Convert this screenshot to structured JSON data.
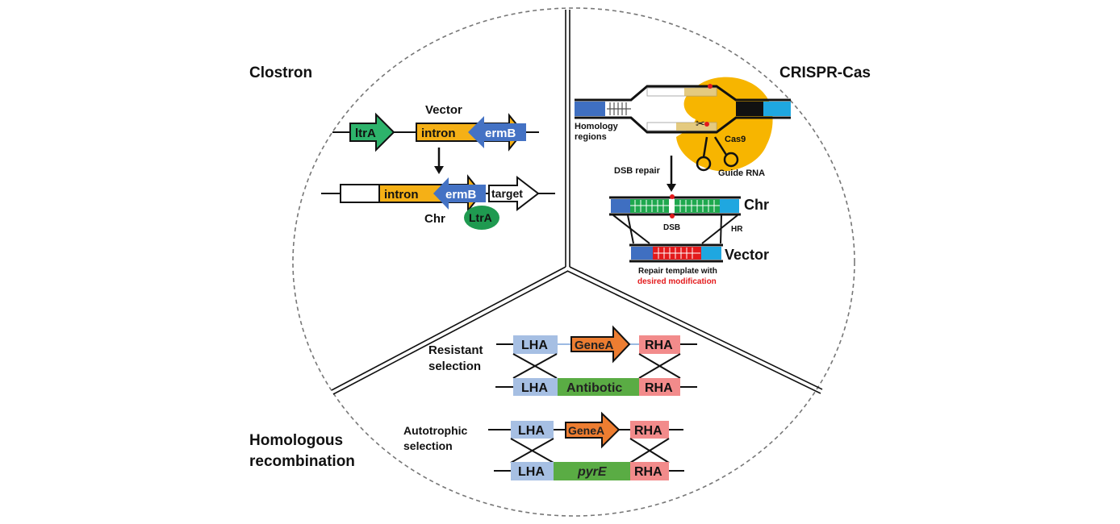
{
  "sections": {
    "clostron": {
      "title": "Clostron",
      "vector_label": "Vector",
      "chr_label": "Chr",
      "genes": {
        "ltra_vector": "ltrA",
        "intron_vector": "intron",
        "ermb_vector": "ermB",
        "intron_chr": "intron",
        "ermb_chr": "ermB",
        "target": "target",
        "ltra_protein": "LtrA"
      }
    },
    "crispr": {
      "title": "CRISPR-Cas",
      "homology_label_1": "Homology",
      "homology_label_2": "regions",
      "cas9_label": "Cas9",
      "guide_rna_label": "Guide RNA",
      "dsb_repair_label": "DSB repair",
      "chr_label": "Chr",
      "dsb_label": "DSB",
      "hr_label": "HR",
      "vector_label": "Vector",
      "repair_template_label": "Repair template with",
      "desired_modification_label": "desired modification"
    },
    "homologous": {
      "title_line1": "Homologous",
      "title_line2": "recombination",
      "resistant": {
        "label_line1": "Resistant",
        "label_line2": "selection",
        "lha": "LHA",
        "gene": "GeneA",
        "rha": "RHA",
        "lha2": "LHA",
        "marker": "Antibotic",
        "rha2": "RHA"
      },
      "autotrophic": {
        "label_line1": "Autotrophic",
        "label_line2": "selection",
        "lha": "LHA",
        "gene": "GeneA",
        "rha": "RHA",
        "lha2": "LHA",
        "marker": "pyrE",
        "rha2": "RHA"
      }
    }
  },
  "colors": {
    "ltra_green": "#2db36b",
    "intron_orange": "#f5b016",
    "ermb_blue": "#4472c4",
    "cas9_yellow": "#f7b500",
    "homology_dark_blue": "#3f6fc1",
    "homology_light_blue": "#1fa7e0",
    "chr_green": "#1fa84e",
    "vector_red": "#e31a1c",
    "lha_blue": "#a6bfe3",
    "rha_pink": "#f28b8b",
    "genea_orange": "#ed7d31",
    "marker_green": "#5aac44",
    "highlight_red": "#e31a1c"
  }
}
